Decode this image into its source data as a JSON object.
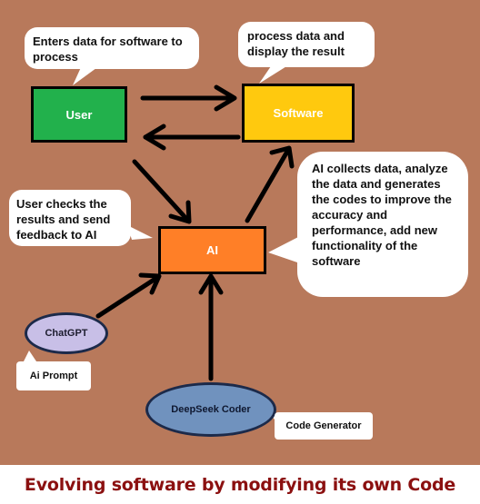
{
  "title": "Evolving software by modifying its own Code",
  "nodes": {
    "user": {
      "label": "User",
      "color": "#22b14c"
    },
    "software": {
      "label": "Software",
      "color": "#ffc90e"
    },
    "ai": {
      "label": "AI",
      "color": "#ff7f27"
    },
    "chatgpt": {
      "label": "ChatGPT",
      "color": "#c8bfe7"
    },
    "deepseek": {
      "label": "DeepSeek Coder",
      "color": "#7092be"
    }
  },
  "callouts": {
    "user_enters": "Enters data for software to process",
    "software_process": "process data and display the result",
    "user_checks": "User checks the results and send feedback to AI",
    "ai_collects": "AI collects data, analyze the data and generates the codes to improve the accuracy and performance, add new functionality of the software"
  },
  "tags": {
    "ai_prompt": "Ai Prompt",
    "code_generator": "Code Generator"
  }
}
